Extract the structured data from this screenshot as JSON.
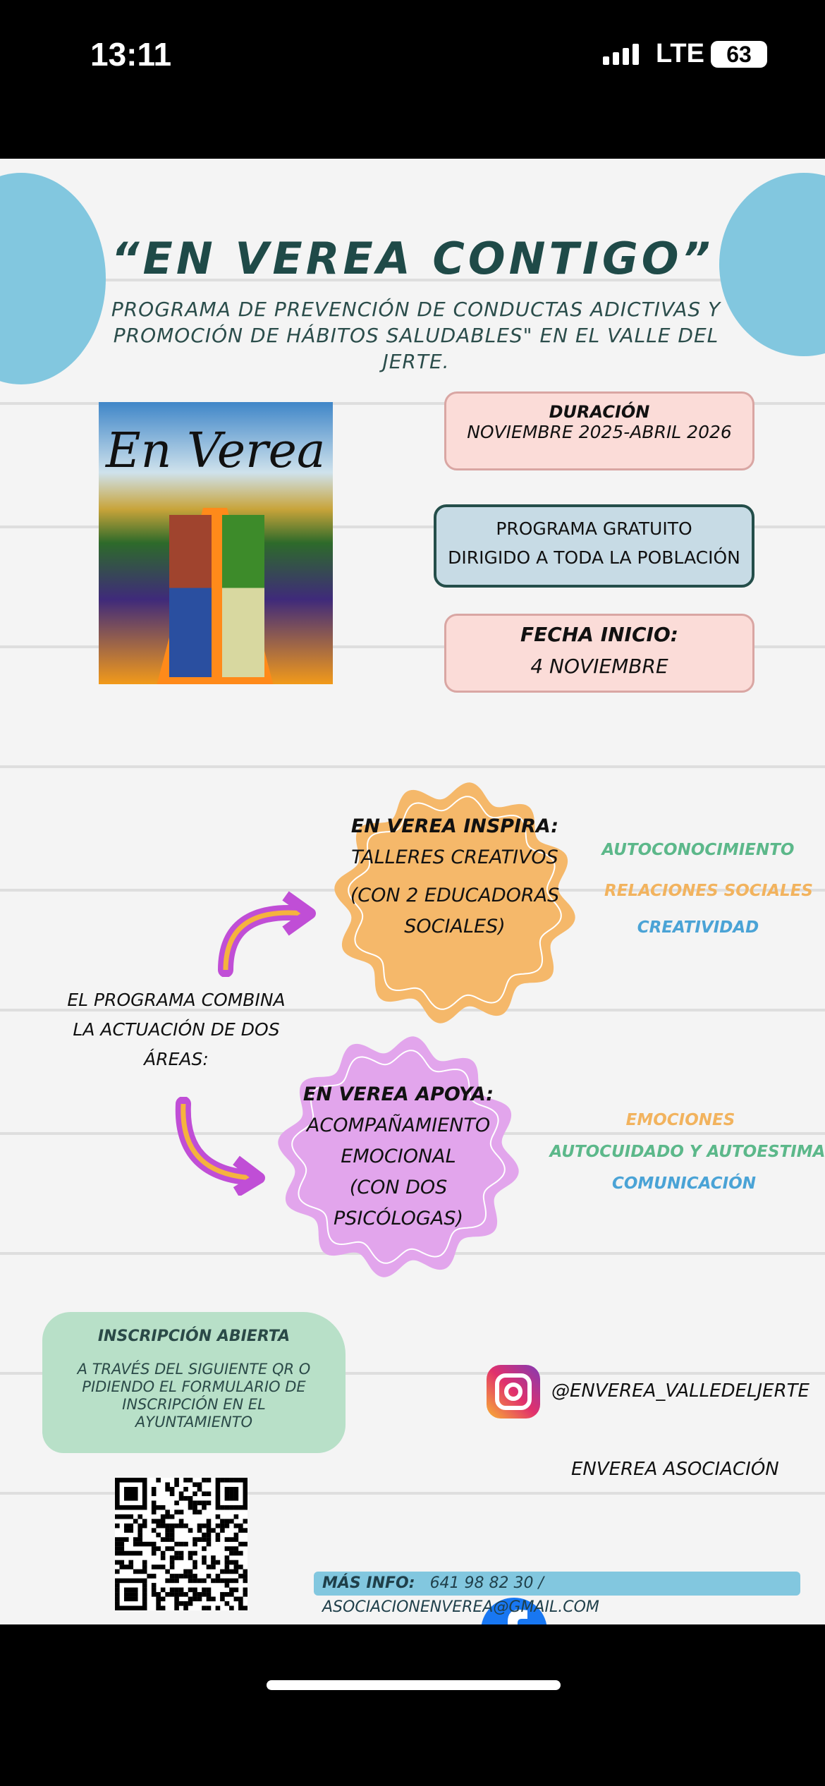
{
  "status_bar": {
    "time": "13:11",
    "network": "LTE",
    "battery": "63"
  },
  "poster": {
    "title": "“EN VEREA CONTIGO”",
    "subtitle": "PROGRAMA DE PREVENCIÓN DE CONDUCTAS ADICTIVAS Y PROMOCIÓN DE HÁBITOS SALUDABLES\" EN EL VALLE DEL JERTE.",
    "cover_title": "En Verea",
    "duracion": {
      "label": "DURACIÓN",
      "value": "NOVIEMBRE 2025-ABRIL 2026"
    },
    "gratuito": {
      "line1": "PROGRAMA GRATUITO",
      "line2": "DIRIGIDO A TODA LA POBLACIÓN"
    },
    "fecha": {
      "label": "FECHA INICIO:",
      "value": "4 NOVIEMBRE"
    },
    "combina": "EL PROGRAMA COMBINA LA ACTUACIÓN DE DOS ÁREAS:",
    "inspira": {
      "title": "EN VEREA INSPIRA:",
      "line1": "TALLERES CREATIVOS",
      "line2": "(CON 2 EDUCADORAS SOCIALES)",
      "tags": [
        "AUTOCONOCIMIENTO",
        "RELACIONES SOCIALES",
        "CREATIVIDAD"
      ]
    },
    "apoya": {
      "title": "EN VEREA APOYA:",
      "line1": "ACOMPAÑAMIENTO EMOCIONAL",
      "line2": "(CON DOS PSICÓLOGAS)",
      "tags": [
        "EMOCIONES",
        "AUTOCUIDADO Y AUTOESTIMA",
        "COMUNICACIÓN"
      ]
    },
    "inscripcion": {
      "title": "INSCRIPCIÓN ABIERTA",
      "text": "A TRAVÉS DEL SIGUIENTE QR O PIDIENDO EL FORMULARIO DE INSCRIPCIÓN EN EL AYUNTAMIENTO"
    },
    "instagram": "@ENVEREA_VALLEDELJERTE",
    "facebook": "ENVEREA ASOCIACIÓN",
    "info": {
      "label": "MÁS INFO:",
      "value": "641 98 82 30 / ASOCIACIONENVEREA@GMAIL.COM"
    }
  },
  "colors": {
    "green_tag": "#5cb88a",
    "orange_tag": "#f2b35e",
    "blue_tag": "#4aa3d6",
    "orange_blob": "#f5b86a",
    "purple_blob": "#e2a5ec"
  }
}
